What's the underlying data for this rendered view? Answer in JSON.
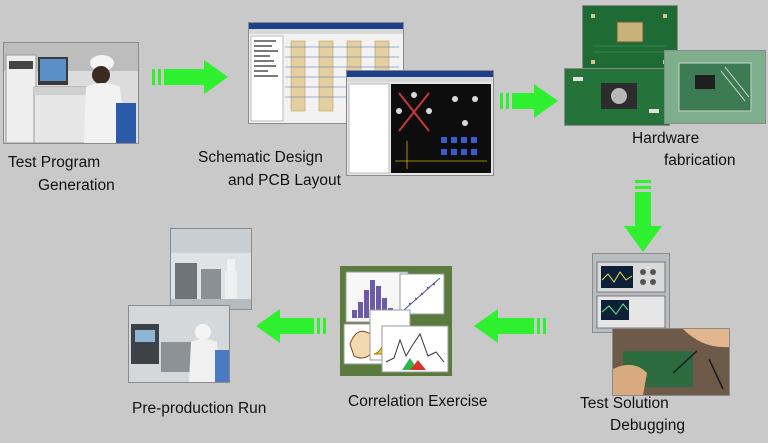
{
  "steps": [
    {
      "id": "test-program",
      "label_lines": [
        "Test Program",
        "Generation"
      ]
    },
    {
      "id": "schematic",
      "label_lines": [
        "Schematic Design",
        "and PCB Layout"
      ]
    },
    {
      "id": "hardware",
      "label_lines": [
        "Hardware",
        "fabrication"
      ]
    },
    {
      "id": "debugging",
      "label_lines": [
        "Test Solution",
        "Debugging"
      ]
    },
    {
      "id": "correlation",
      "label_lines": [
        "Correlation Exercise"
      ]
    },
    {
      "id": "pre-production",
      "label_lines": [
        "Pre-production Run"
      ]
    }
  ],
  "colors": {
    "background": "#c9c9c9",
    "arrow": "#2ef02e",
    "pcb_green": "#1f6b35",
    "plot_bg": "#5a7a3e"
  }
}
